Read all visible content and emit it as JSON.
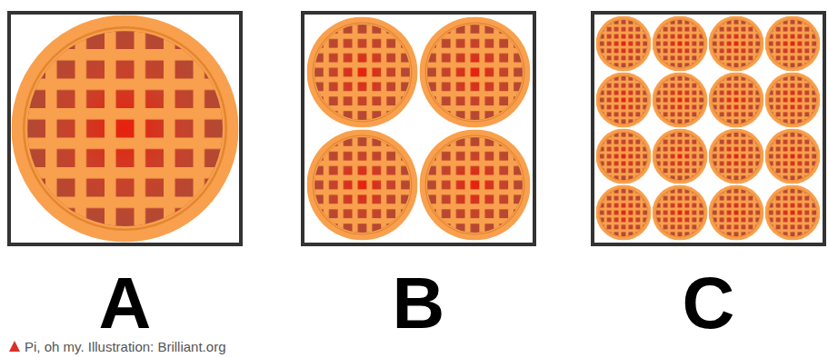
{
  "diagram": {
    "caption": "Pi, oh my. Illustration: Brilliant.org",
    "nodes": [
      {
        "text": [
          "A"
        ]
      },
      {
        "text": [
          "B"
        ]
      },
      {
        "text": [
          "C"
        ]
      }
    ]
  }
}
